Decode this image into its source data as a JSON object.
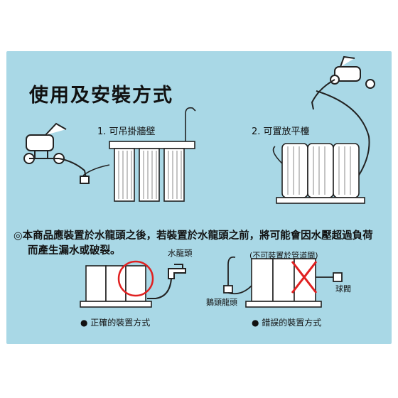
{
  "title": "使用及安裝方式",
  "captions": {
    "wall": "1. 可吊掛牆壁",
    "counter": "2. 可置放平檯"
  },
  "note": {
    "line1": "◎本商品應裝置於水龍頭之後，若裝置於水龍頭之前，將可能會因水壓超過負荷",
    "line2": "而產生漏水或破裂。"
  },
  "labels": {
    "faucet": "水龍頭",
    "not_on_pipe": "(不可裝置於管道間)",
    "gooseneck": "鵝頸龍頭",
    "ball_valve": "球閥"
  },
  "results": {
    "correct": "● 正確的裝置方式",
    "wrong": "● 錯誤的裝置方式"
  },
  "colors": {
    "panel": "#a9d8e6",
    "mark_red": "#e02020",
    "ink": "#111111"
  }
}
